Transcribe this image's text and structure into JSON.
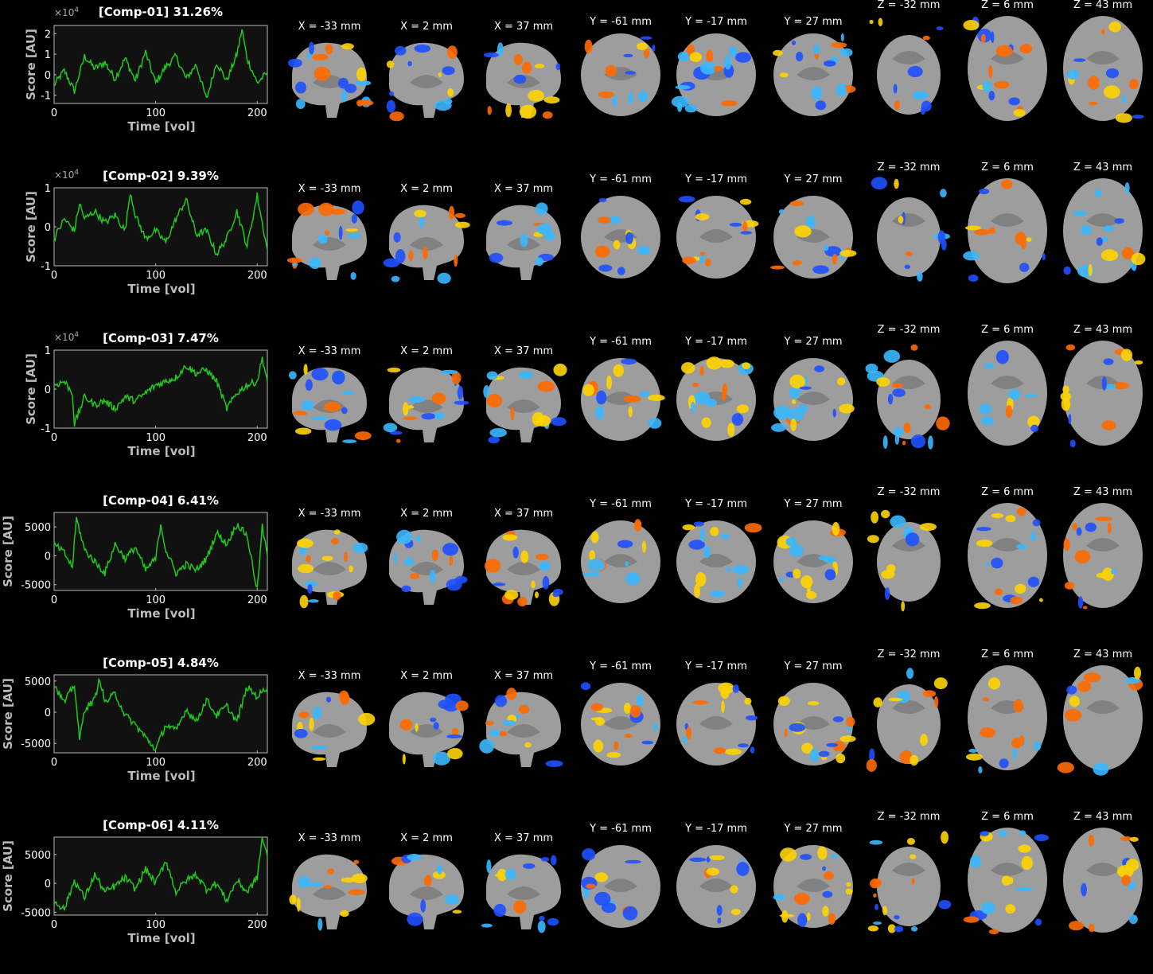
{
  "colors": {
    "background": "#000000",
    "trace": "#22c81e",
    "axes_bg": "#111111",
    "axes_line": "#bbbbbb",
    "tick_text": "#ffffff",
    "label_text": "#bbbbbb",
    "brain": "#b8b8b8",
    "positive": [
      "#ff6a00",
      "#ffd400"
    ],
    "negative": [
      "#1e50ff",
      "#3ab8ff"
    ]
  },
  "slice_labels": [
    "X = -33 mm",
    "X = 2 mm",
    "X = 37 mm",
    "Y = -61 mm",
    "Y = -17 mm",
    "Y = 27 mm",
    "Z = -32 mm",
    "Z = 6 mm",
    "Z = 43 mm"
  ],
  "chart_data": [
    {
      "type": "line",
      "title": "[Comp-01] 31.26%",
      "xlabel": "Time [vol]",
      "ylabel": "Score [AU]",
      "exponent_label": "×10",
      "exponent_power": "4",
      "xlim": [
        0,
        210
      ],
      "ylim": [
        -1.4,
        2.4
      ],
      "xticks": [
        "0",
        "100",
        "200"
      ],
      "yticks": [
        "-1",
        "0",
        "1",
        "2"
      ],
      "ytick_values": [
        -1,
        0,
        1,
        2
      ],
      "x": [
        0,
        10,
        20,
        30,
        40,
        50,
        60,
        70,
        80,
        90,
        100,
        110,
        120,
        130,
        140,
        150,
        160,
        170,
        180,
        185,
        190,
        200,
        210
      ],
      "y": [
        -0.5,
        0.2,
        -0.8,
        0.9,
        0.3,
        0.6,
        -0.2,
        0.8,
        -0.3,
        1.1,
        -0.4,
        0.4,
        0.9,
        -0.2,
        0.5,
        -1.2,
        0.6,
        -0.3,
        1.0,
        2.2,
        0.8,
        -0.4,
        0.1
      ]
    },
    {
      "type": "line",
      "title": "[Comp-02] 9.39%",
      "xlabel": "Time [vol]",
      "ylabel": "Score [AU]",
      "exponent_label": "×10",
      "exponent_power": "4",
      "xlim": [
        0,
        210
      ],
      "ylim": [
        -1,
        1
      ],
      "xticks": [
        "0",
        "100",
        "200"
      ],
      "yticks": [
        "-1",
        "0",
        "1"
      ],
      "ytick_values": [
        -1,
        0,
        1
      ],
      "x": [
        0,
        10,
        20,
        25,
        30,
        40,
        50,
        60,
        70,
        75,
        80,
        90,
        100,
        110,
        120,
        130,
        140,
        150,
        160,
        170,
        180,
        190,
        200,
        210
      ],
      "y": [
        -0.3,
        0.2,
        -0.1,
        0.6,
        0.2,
        0.4,
        0.1,
        0.3,
        -0.1,
        0.9,
        0.3,
        -0.3,
        -0.1,
        -0.4,
        0.2,
        0.7,
        -0.2,
        -0.1,
        -0.7,
        -0.3,
        0.4,
        -0.5,
        0.8,
        -0.6
      ]
    },
    {
      "type": "line",
      "title": "[Comp-03] 7.47%",
      "xlabel": "Time [vol]",
      "ylabel": "Score [AU]",
      "exponent_label": "×10",
      "exponent_power": "4",
      "xlim": [
        0,
        210
      ],
      "ylim": [
        -1,
        1
      ],
      "xticks": [
        "0",
        "100",
        "200"
      ],
      "yticks": [
        "-1",
        "0",
        "1"
      ],
      "ytick_values": [
        -1,
        0,
        1
      ],
      "x": [
        0,
        10,
        18,
        20,
        30,
        40,
        50,
        60,
        70,
        80,
        90,
        100,
        110,
        120,
        130,
        140,
        150,
        160,
        170,
        180,
        190,
        200,
        205,
        210
      ],
      "y": [
        0.1,
        0.2,
        -0.1,
        -0.9,
        -0.2,
        -0.4,
        -0.3,
        -0.5,
        -0.2,
        -0.3,
        -0.1,
        0.1,
        0.2,
        0.3,
        0.6,
        0.4,
        0.5,
        0.2,
        -0.5,
        -0.1,
        0.1,
        0.2,
        0.8,
        0.2
      ]
    },
    {
      "type": "line",
      "title": "[Comp-04] 6.41%",
      "xlabel": "Time [vol]",
      "ylabel": "Score [AU]",
      "xlim": [
        0,
        210
      ],
      "ylim": [
        -6000,
        7500
      ],
      "xticks": [
        "0",
        "100",
        "200"
      ],
      "yticks": [
        "-5000",
        "0",
        "5000"
      ],
      "ytick_values": [
        -5000,
        0,
        5000
      ],
      "x": [
        0,
        10,
        18,
        22,
        30,
        40,
        50,
        60,
        70,
        80,
        90,
        100,
        105,
        110,
        120,
        130,
        140,
        150,
        160,
        170,
        180,
        190,
        200,
        205,
        210
      ],
      "y": [
        2000,
        500,
        -2000,
        6500,
        1000,
        -1000,
        -3000,
        2000,
        -500,
        1500,
        -2500,
        -500,
        5500,
        1000,
        -3000,
        -1500,
        -2500,
        -500,
        4000,
        2000,
        5500,
        3500,
        -6000,
        5000,
        0
      ]
    },
    {
      "type": "line",
      "title": "[Comp-05] 4.84%",
      "xlabel": "Time [vol]",
      "ylabel": "Score [AU]",
      "xlim": [
        0,
        210
      ],
      "ylim": [
        -6500,
        6000
      ],
      "xticks": [
        "0",
        "100",
        "200"
      ],
      "yticks": [
        "-5000",
        "0",
        "5000"
      ],
      "ytick_values": [
        -5000,
        0,
        5000
      ],
      "x": [
        0,
        10,
        20,
        25,
        30,
        40,
        45,
        50,
        60,
        70,
        80,
        90,
        100,
        110,
        120,
        130,
        140,
        150,
        160,
        170,
        180,
        190,
        200,
        210
      ],
      "y": [
        4500,
        1500,
        4500,
        -4500,
        500,
        2000,
        5500,
        1500,
        3000,
        -500,
        -2000,
        -4000,
        -6000,
        -2000,
        -3000,
        500,
        -1500,
        2000,
        -500,
        1000,
        -1500,
        4000,
        2500,
        4000
      ]
    },
    {
      "type": "line",
      "title": "[Comp-06] 4.11%",
      "xlabel": "Time [vol]",
      "ylabel": "Score [AU]",
      "xlim": [
        0,
        210
      ],
      "ylim": [
        -5500,
        8000
      ],
      "xticks": [
        "0",
        "100",
        "200"
      ],
      "yticks": [
        "-5000",
        "0",
        "5000"
      ],
      "ytick_values": [
        -5000,
        0,
        5000
      ],
      "x": [
        0,
        10,
        20,
        30,
        40,
        50,
        60,
        70,
        80,
        90,
        100,
        110,
        120,
        130,
        140,
        150,
        160,
        170,
        180,
        190,
        200,
        205,
        210
      ],
      "y": [
        -3000,
        -4500,
        500,
        -2500,
        1500,
        -1500,
        -500,
        1000,
        -1000,
        2500,
        0,
        4000,
        -1500,
        500,
        1500,
        -1000,
        0,
        -3000,
        500,
        -1500,
        1000,
        8000,
        4500
      ]
    }
  ]
}
